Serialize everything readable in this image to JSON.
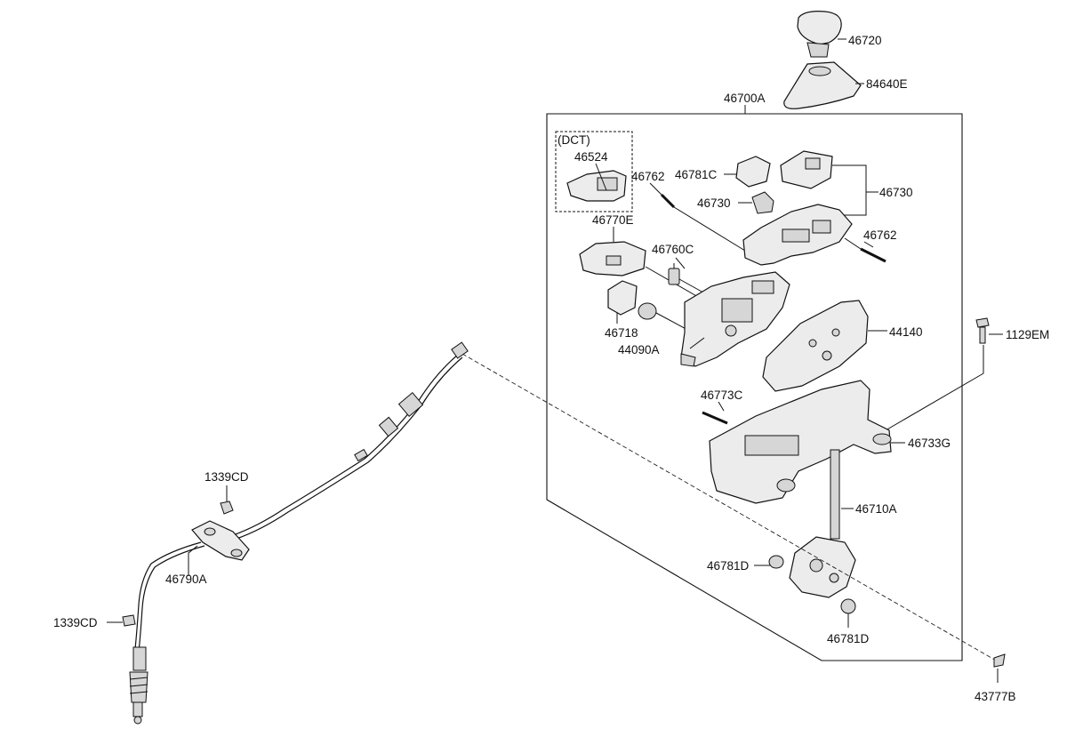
{
  "labels": {
    "l46720": "46720",
    "l84640E": "84640E",
    "l46700A": "46700A",
    "lDCT": "(DCT)",
    "l46524": "46524",
    "l46762a": "46762",
    "l46781C": "46781C",
    "l46730a": "46730",
    "l46730b": "46730",
    "l46762b": "46762",
    "l46770E": "46770E",
    "l46760C": "46760C",
    "l46718": "46718",
    "l44090A": "44090A",
    "l44140": "44140",
    "l1129EM": "1129EM",
    "l46773C": "46773C",
    "l46733G": "46733G",
    "l1339CDa": "1339CD",
    "l46710A": "46710A",
    "l46781Da": "46781D",
    "l46781Db": "46781D",
    "l46790A": "46790A",
    "l1339CDb": "1339CD",
    "l43777B": "43777B"
  }
}
